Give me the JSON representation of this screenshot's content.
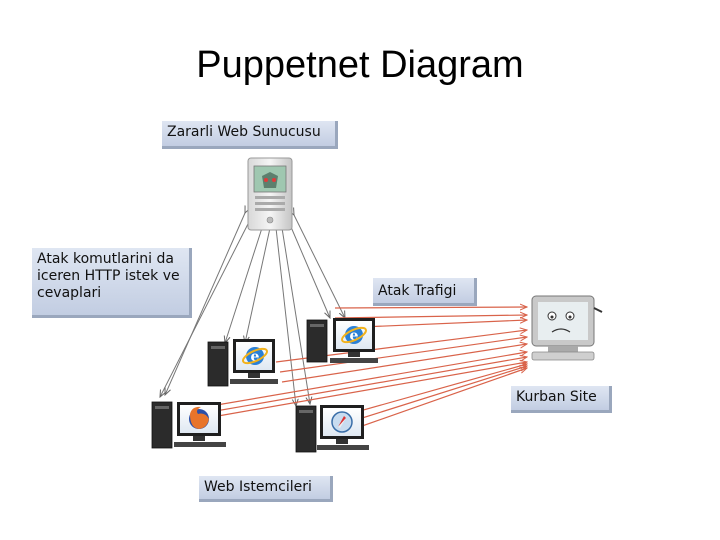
{
  "title": "Puppetnet Diagram",
  "labels": {
    "server": "Zararli Web Sunucusu",
    "http": "Atak komutlarini da iceren HTTP istek ve cevaplari",
    "traffic": "Atak Trafigi",
    "victim": "Kurban Site",
    "clients": "Web Istemcileri"
  },
  "nodes": {
    "server": {
      "type": "server-tower",
      "icon": "evil-server-icon"
    },
    "victim": {
      "type": "monitor",
      "icon": "sad-monitor-icon"
    },
    "clients": [
      {
        "id": "client-1",
        "browser": "internet-explorer-icon"
      },
      {
        "id": "client-2",
        "browser": "internet-explorer-icon"
      },
      {
        "id": "client-3",
        "browser": "firefox-icon"
      },
      {
        "id": "client-4",
        "browser": "safari-icon"
      }
    ]
  },
  "colors": {
    "label_bg": "#cfd8e8",
    "attack_arrow": "#d9634a",
    "http_arrow": "#666666"
  }
}
